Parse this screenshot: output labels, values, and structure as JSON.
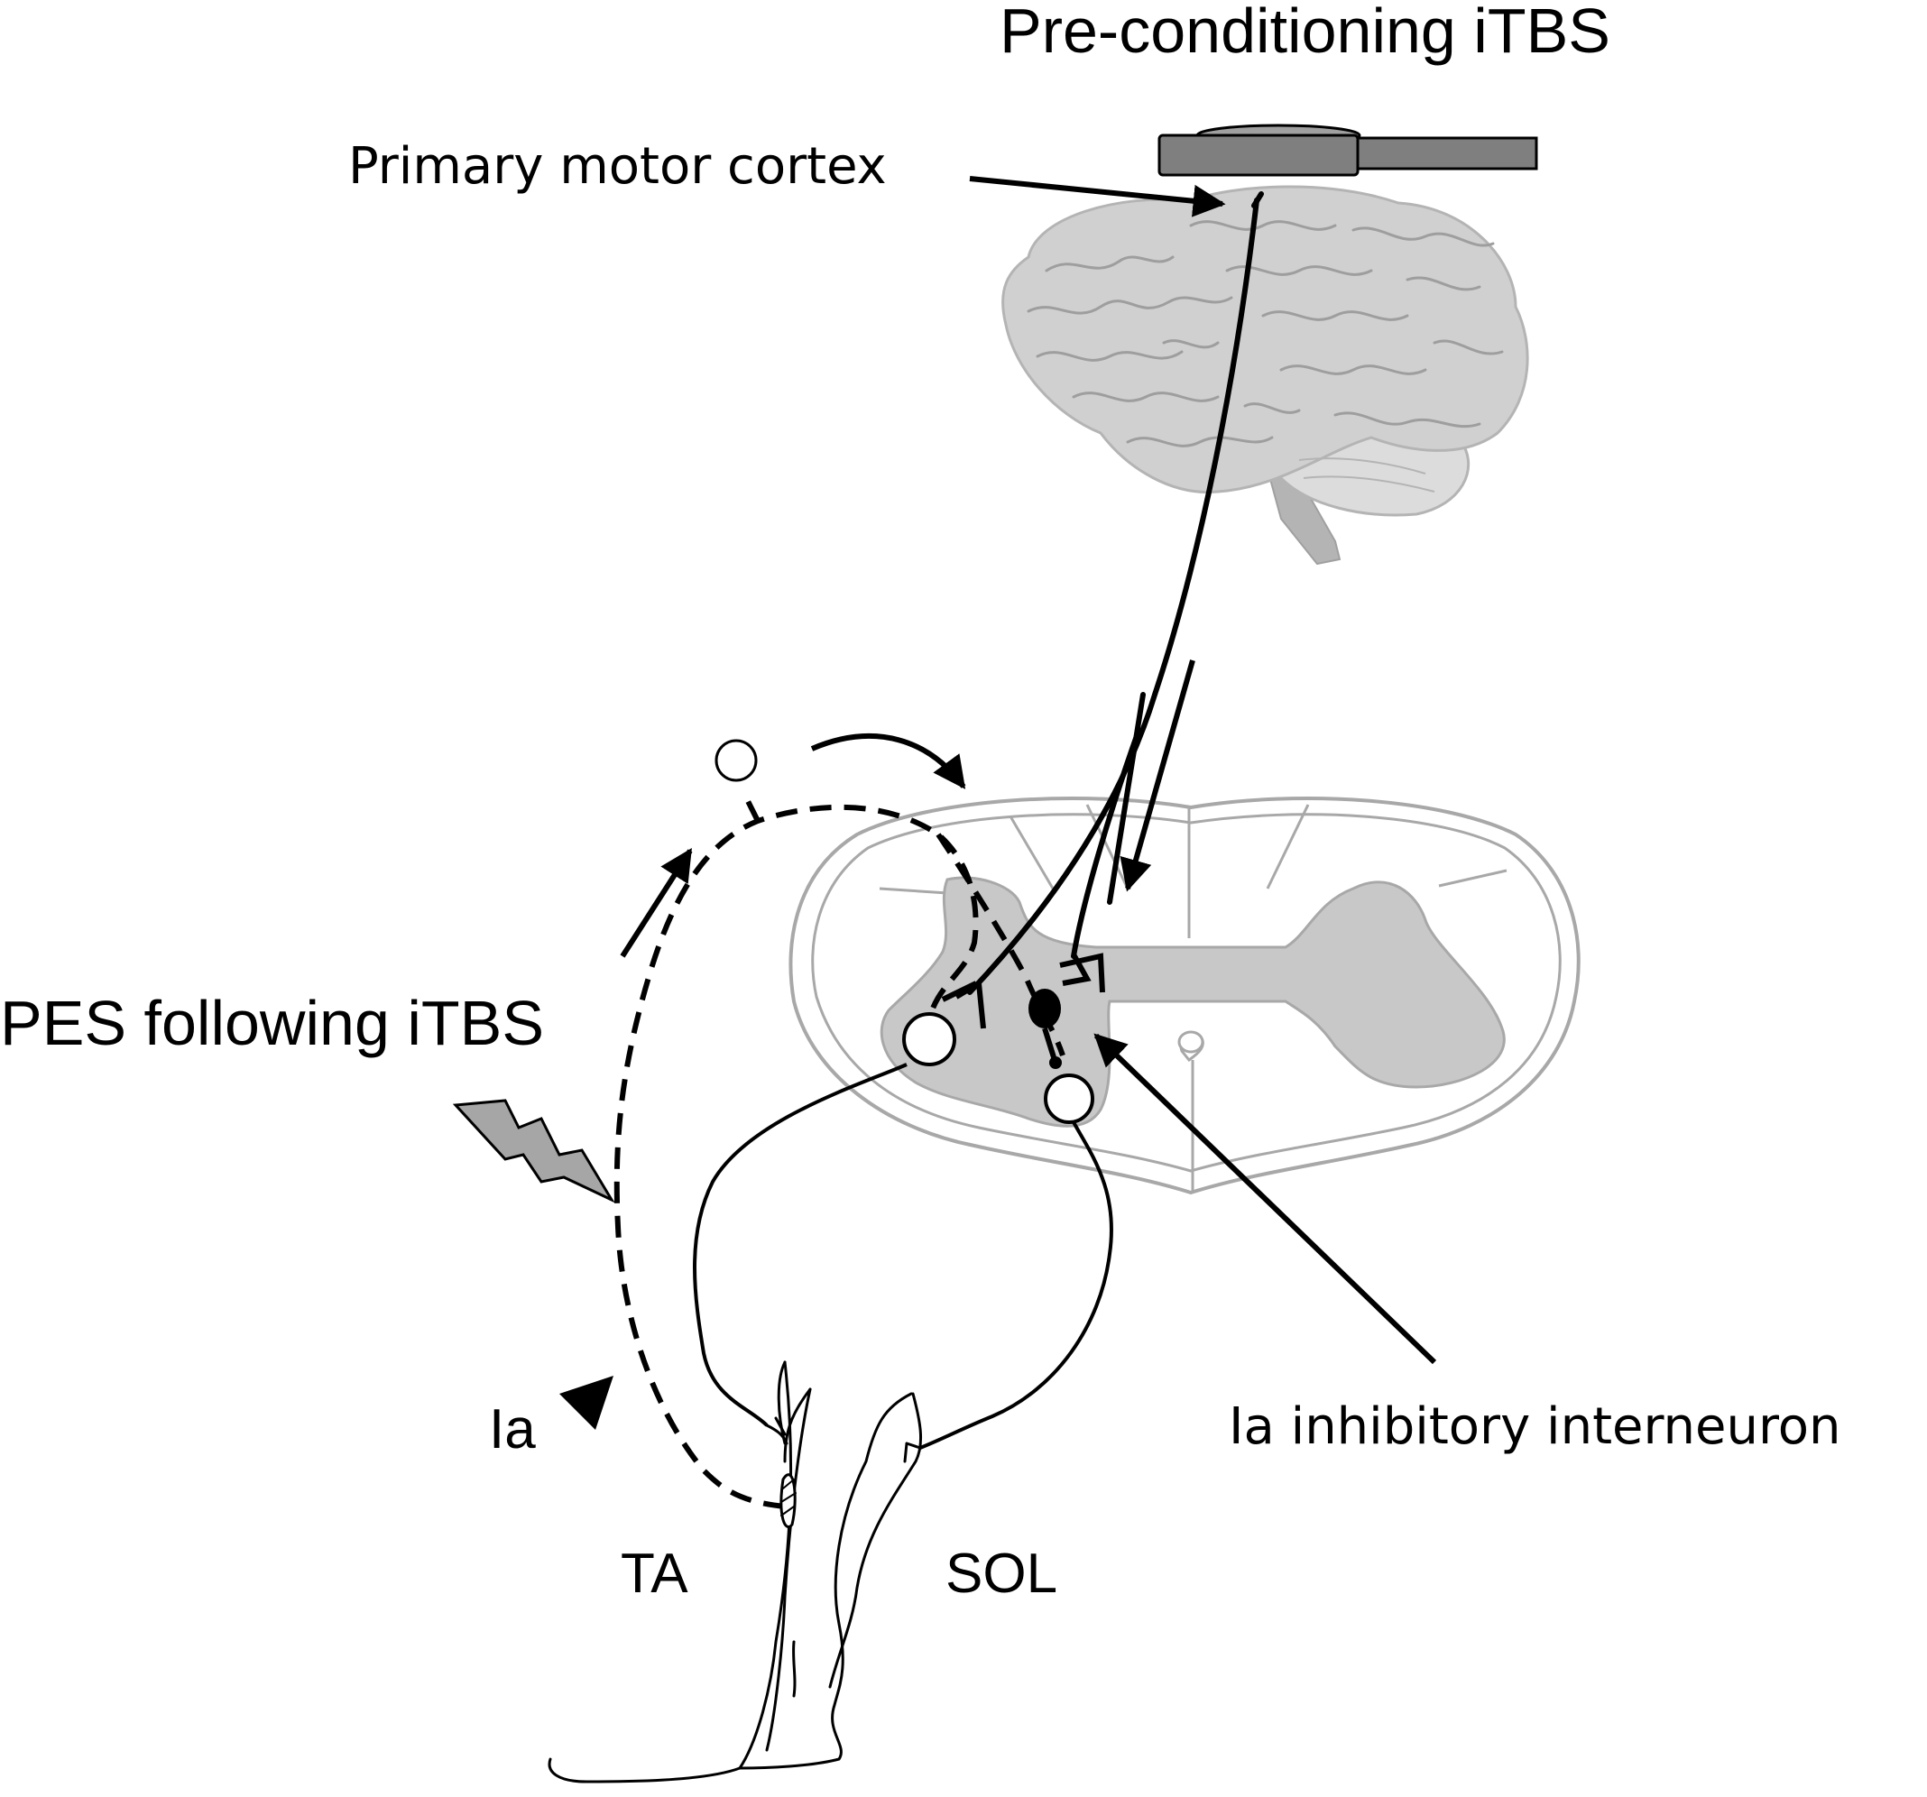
{
  "labels": {
    "pre_conditioning": "Pre-conditioning iTBS",
    "primary_motor_cortex": "Primary motor cortex",
    "pes_following": "PES following iTBS",
    "ia": "Ia",
    "ia_interneuron": "Ia inhibitory interneuron",
    "ta": "TA",
    "sol": "SOL"
  },
  "colors": {
    "ink": "#000000",
    "brain_fill": "#d0d0d0",
    "brain_stroke": "#b4b4b4",
    "gray_matter": "#c8c8c8",
    "cord_outline": "#a8a8a8",
    "coil": "#7f7f7f",
    "lightning": "#a6a6a6"
  },
  "icons": {
    "coil": "tms-coil-icon",
    "brain": "brain-icon",
    "stimulation": "lightning-icon"
  }
}
